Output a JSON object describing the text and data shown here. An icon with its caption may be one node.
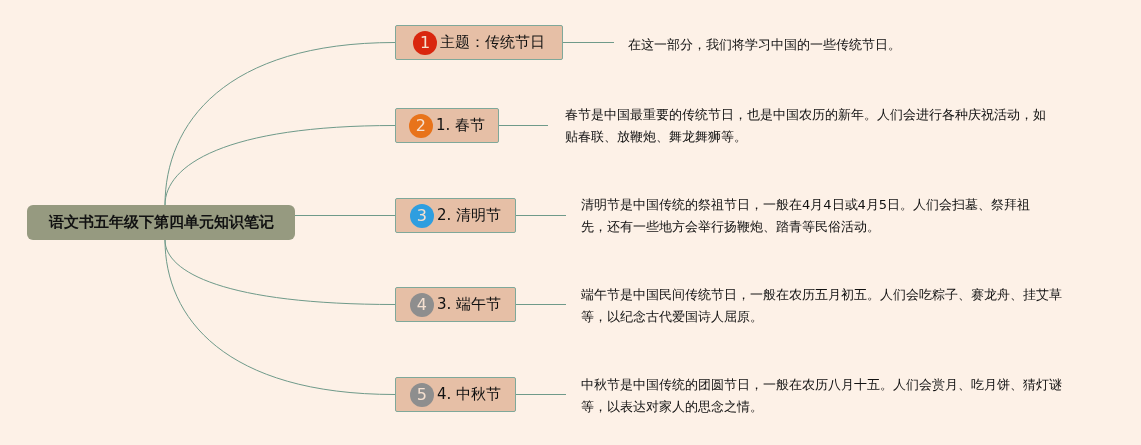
{
  "diagram": {
    "nodes": [
      {
        "text": [
          "语文书五年级下第四单元知识笔记"
        ]
      },
      {
        "text": [
          "1",
          "主题：传统节日"
        ]
      },
      {
        "text": [
          "2",
          "1. 春节"
        ]
      },
      {
        "text": [
          "3",
          "2. 清明节"
        ]
      },
      {
        "text": [
          "4",
          "3. 端午节"
        ]
      },
      {
        "text": [
          "5",
          "4. 中秋节"
        ]
      },
      {
        "text": [
          "在这一部分，我们将学习中国的一些传统节日。"
        ]
      },
      {
        "text": [
          "春节是中国最重要的传统节日，也是中国农历的新年。人们会进行各种庆祝活动，如贴春联、放鞭炮、舞龙舞狮等。"
        ]
      },
      {
        "text": [
          "清明节是中国传统的祭祖节日，一般在4月4日或4月5日。人们会扫墓、祭拜祖先，还有一些地方会举行扬鞭炮、踏青等民俗活动。"
        ]
      },
      {
        "text": [
          "端午节是中国民间传统节日，一般在农历五月初五。人们会吃粽子、赛龙舟、挂艾草等，以纪念古代爱国诗人屈原。"
        ]
      },
      {
        "text": [
          "中秋节是中国传统的团圆节日，一般在农历八月十五。人们会赏月、吃月饼、猜灯谜等，以表达对家人的思念之情。"
        ]
      }
    ],
    "edges": [
      {
        "from": 0,
        "to": 1,
        "arrow": "none"
      },
      {
        "from": 0,
        "to": 2,
        "arrow": "none"
      },
      {
        "from": 0,
        "to": 3,
        "arrow": "none"
      },
      {
        "from": 0,
        "to": 4,
        "arrow": "none"
      },
      {
        "from": 0,
        "to": 5,
        "arrow": "none"
      },
      {
        "from": 1,
        "to": 6,
        "arrow": "none"
      },
      {
        "from": 2,
        "to": 7,
        "arrow": "none"
      },
      {
        "from": 3,
        "to": 8,
        "arrow": "none"
      },
      {
        "from": 4,
        "to": 9,
        "arrow": "none"
      },
      {
        "from": 5,
        "to": 10,
        "arrow": "none"
      }
    ]
  }
}
